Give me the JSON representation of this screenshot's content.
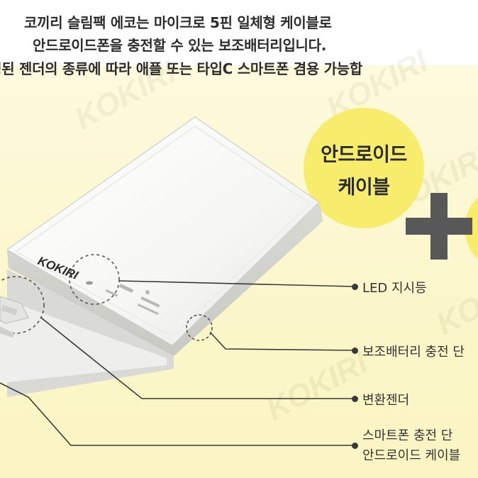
{
  "header": {
    "line1": "코끼리 슬림팩 에코는 마이크로 5핀 일체형 케이블로",
    "line2": "안드로이드폰을 충전할 수 있는 보조배터리입니다.",
    "line3": "구성된 젠더의 종류에 따라 애플 또는 타입C 스마트폰 겸용 가능합"
  },
  "brand": {
    "logo_text": "KOKIRI",
    "watermark_text": "KOKIRI"
  },
  "bubble": {
    "line1": "안드로이드",
    "line2": "케이블"
  },
  "callouts": {
    "led": "LED 지시등",
    "charge_port": "보조배터리 충전 단",
    "gender": "변환젠더",
    "phone_port_line1": "스마트폰 충전 단",
    "phone_port_line2": "안드로이드 케이블"
  },
  "colors": {
    "bubble": "#f7ec6b",
    "background": "#fbf6c9",
    "plus": "#585858"
  }
}
